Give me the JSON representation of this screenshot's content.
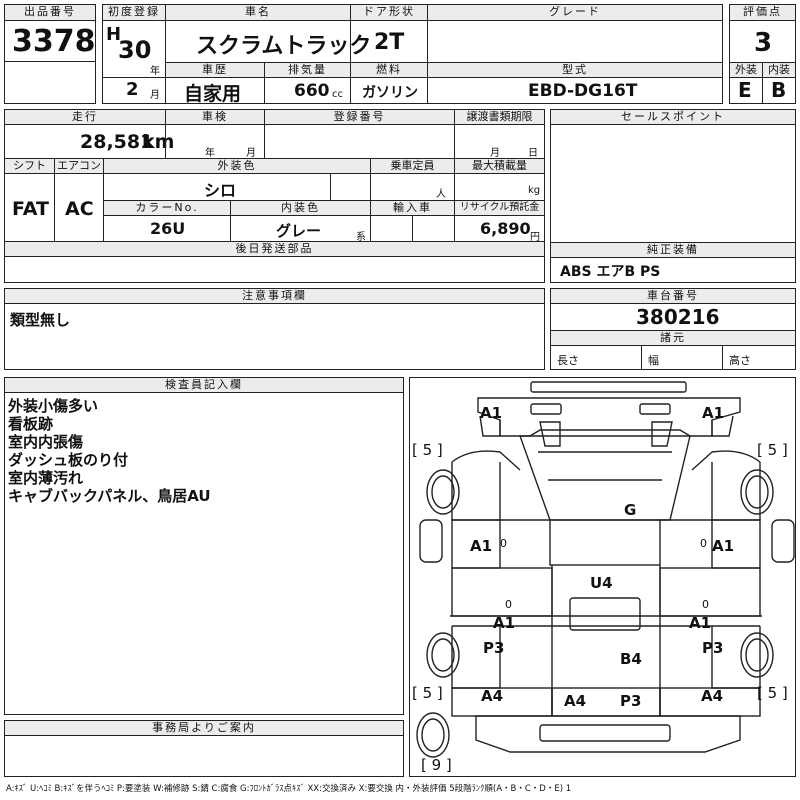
{
  "header": {
    "lot_no_label": "出品番号",
    "lot_no": "3378",
    "first_reg_label": "初度登録",
    "era": "H",
    "year": "30",
    "year_unit": "年",
    "month": "2",
    "month_unit": "月",
    "car_name_label": "車名",
    "car_name": "スクラムトラック",
    "door_label": "ドア形状",
    "door": "2T",
    "grade_label": "グレード",
    "grade": "",
    "score_label": "評価点",
    "score": "3",
    "history_label": "車歴",
    "history": "自家用",
    "displacement_label": "排気量",
    "displacement": "660",
    "displacement_unit": "cc",
    "fuel_label": "燃料",
    "fuel": "ガソリン",
    "model_label": "型式",
    "model": "EBD-DG16T",
    "exterior_label": "外装",
    "exterior": "E",
    "interior_label": "内装",
    "interior": "B"
  },
  "vehicle": {
    "mileage_label": "走行",
    "mileage": "28,581",
    "mileage_unit": "km",
    "inspection_label": "車検",
    "insp_year_unit": "年",
    "insp_month_unit": "月",
    "reg_no_label": "登録番号",
    "transfer_label": "譲渡書類期限",
    "transfer_month_unit": "月",
    "transfer_day_unit": "日",
    "shift_label": "シフト",
    "shift": "FAT",
    "ac_label": "エアコン",
    "ac": "AC",
    "ext_color_label": "外装色",
    "ext_color": "シロ",
    "capacity_label": "乗車定員",
    "capacity_unit": "人",
    "max_load_label": "最大積載量",
    "max_load_unit": "kg",
    "color_no_label": "カラーNo.",
    "color_no": "26U",
    "int_color_label": "内装色",
    "int_color": "グレー",
    "int_color_unit": "系",
    "import_label": "輸入車",
    "recycle_label": "リサイクル預託金",
    "recycle": "6,890",
    "recycle_unit": "円",
    "later_parts_label": "後日発送部品"
  },
  "sales": {
    "label": "セールスポイント"
  },
  "equipment": {
    "label": "純正装備",
    "value": "ABS エアB PS"
  },
  "caution": {
    "label": "注意事項欄",
    "value": "類型無し"
  },
  "chassis": {
    "label": "車台番号",
    "value": "380216",
    "dims_label": "諸元",
    "length_label": "長さ",
    "width_label": "幅",
    "height_label": "高さ"
  },
  "inspector": {
    "label": "検査員記入欄",
    "notes": [
      "外装小傷多い",
      "看板跡",
      "室内内張傷",
      "ダッシュ板のり付",
      "室内薄汚れ",
      "キャブバックパネル、鳥居AU"
    ]
  },
  "office": {
    "label": "事務局よりご案内"
  },
  "diagram": {
    "marks": [
      "A1",
      "A1",
      "G",
      "A1",
      "A1",
      "U4",
      "A1",
      "A1",
      "P3",
      "P3",
      "B4",
      "A4",
      "A4",
      "P3",
      "A4"
    ],
    "tires": [
      "[ 5 ]",
      "[ 5 ]",
      "[ 5 ]",
      "[ 5 ]",
      "[ 9 ]"
    ],
    "small": [
      "0",
      "0",
      "0",
      "0"
    ]
  },
  "legend": {
    "text": "A:ｷｽﾞ U:ﾍｺﾐ B:ｷｽﾞを伴うﾍｺﾐ P:要塗装 W:補修跡 S:錆 C:腐食 G:ﾌﾛﾝﾄｶﾞﾗｽ点ｷｽﾞ XX:交換済み X:要交換  内・外装評価 5段階ﾗﾝｸ順(A・B・C・D・E) 1"
  }
}
